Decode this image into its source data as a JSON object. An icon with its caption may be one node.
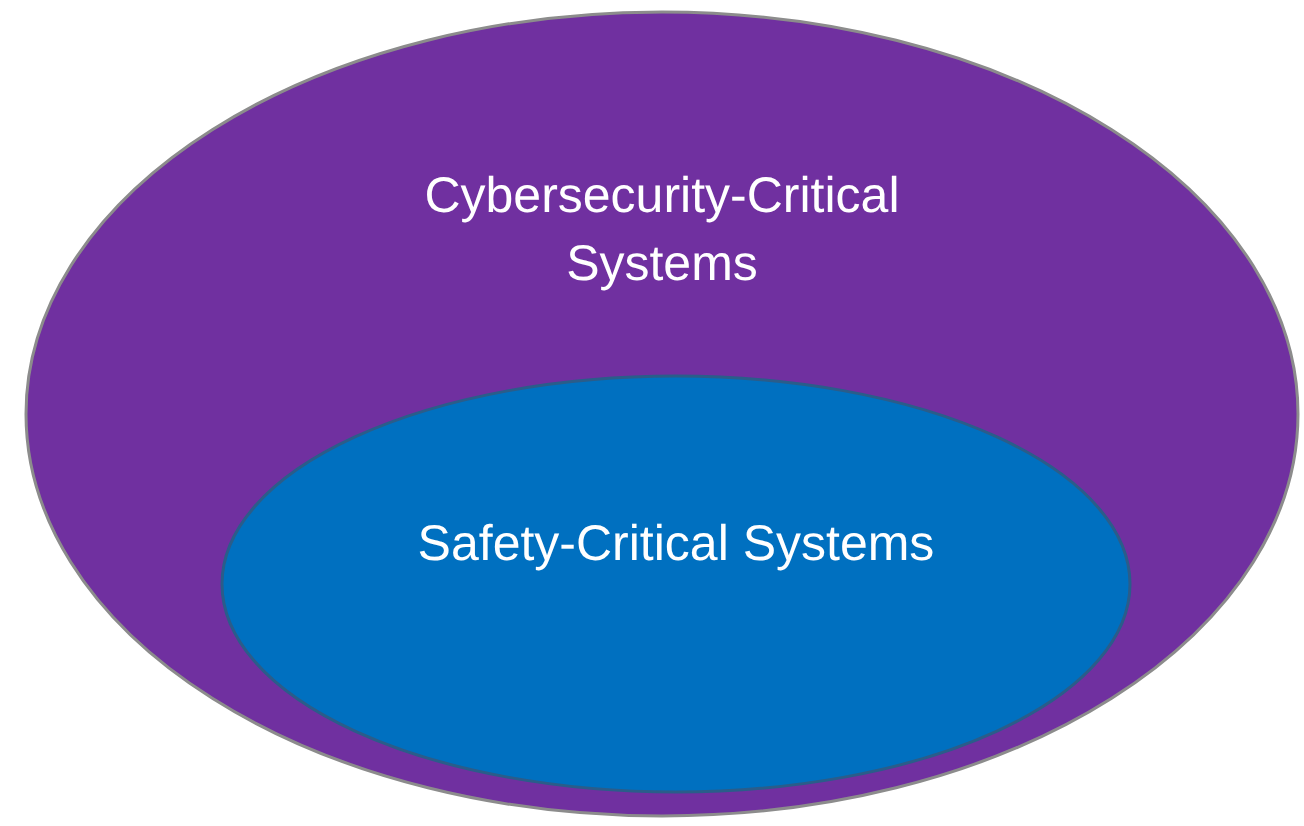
{
  "diagram": {
    "nodes": [
      {
        "text": [
          "Cybersecurity-Critical Systems"
        ]
      },
      {
        "text": [
          "Safety-Critical Systems"
        ],
        "in": 0
      }
    ]
  }
}
